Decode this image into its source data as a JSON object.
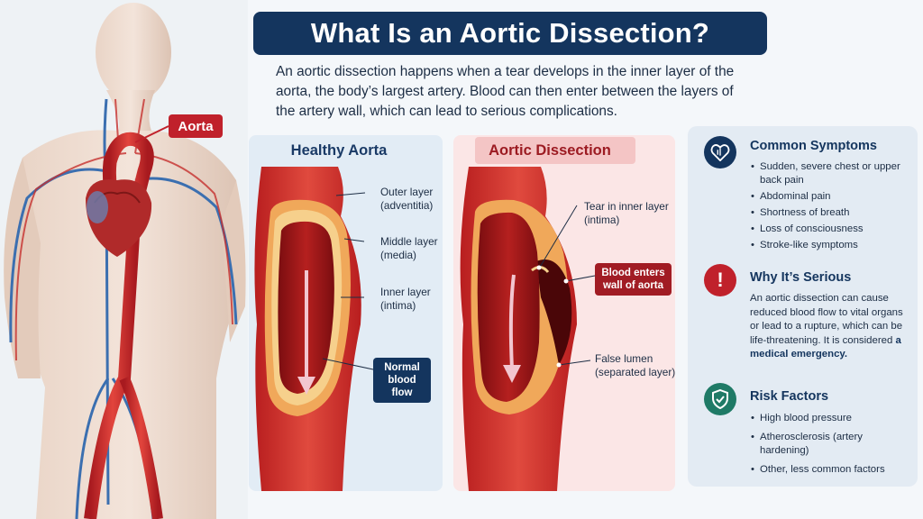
{
  "title": "What Is an Aortic Dissection?",
  "intro": "An aortic dissection happens when a tear develops in the inner layer of the aorta, the body’s largest artery. Blood can then enter between the layers of the artery wall, which can lead to serious complications.",
  "figure_label": "Aorta",
  "healthy": {
    "title": "Healthy Aorta",
    "outer_layer": [
      "Outer layer",
      "(adventitia)"
    ],
    "middle_layer": [
      "Middle layer",
      "(media)"
    ],
    "inner_layer": [
      "Inner layer",
      "(intima)"
    ],
    "flow_box": [
      "Normal",
      "blood flow"
    ]
  },
  "dissection": {
    "title": "Aortic Dissection",
    "tear": [
      "Tear in inner layer",
      "(intima)"
    ],
    "blood_box": [
      "Blood enters",
      "wall of aorta"
    ],
    "false_lumen": [
      "False lumen",
      "(separated layer)"
    ]
  },
  "symptoms": {
    "heading": "Common Symptoms",
    "items": [
      "Sudden, severe chest or upper back pain",
      "Abdominal pain",
      "Shortness of breath",
      "Loss of consciousness",
      "Stroke-like symptoms"
    ]
  },
  "serious": {
    "heading": "Why It’s Serious",
    "text": "An aortic dissection can cause reduced blood flow to vital organs or lead to a rupture, which can be life-threatening. It is considered",
    "emphasis": "a medical emergency."
  },
  "risk": {
    "heading": "Risk Factors",
    "items": [
      "High blood pressure",
      "Atherosclerosis (artery hardening)",
      "Other, less common factors"
    ]
  },
  "colors": {
    "navy": "#14355e",
    "red": "#c0212b",
    "teal": "#1f7a66"
  }
}
